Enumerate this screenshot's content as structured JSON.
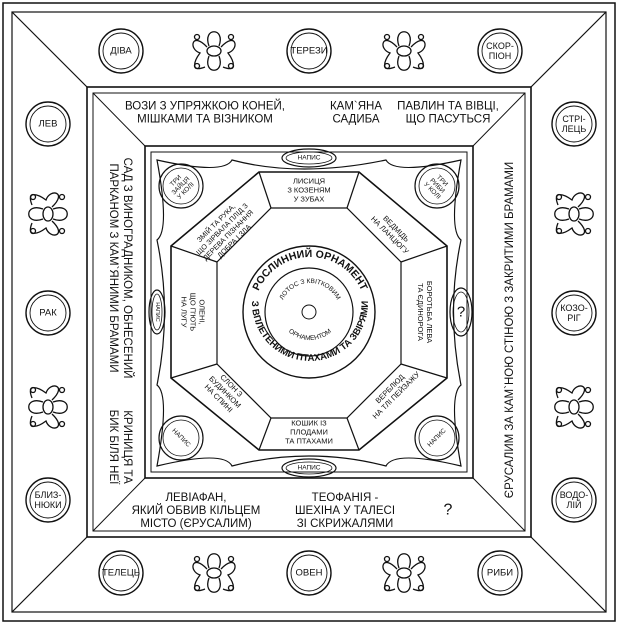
{
  "zodiac": {
    "virgo": [
      "ДІВА"
    ],
    "libra": [
      "ТЕРЕЗИ"
    ],
    "scorpio": [
      "СКОР-",
      "ПІОН"
    ],
    "leo": [
      "ЛЕВ"
    ],
    "sagittarius": [
      "СТРІ-",
      "ЛЕЦЬ"
    ],
    "cancer": [
      "РАК"
    ],
    "capricorn": [
      "КОЗО-",
      "РІГ"
    ],
    "gemini": [
      "БЛИЗ-",
      "НЮКИ"
    ],
    "aquarius": [
      "ВОДО-",
      "ЛІЙ"
    ],
    "taurus": [
      "ТЕЛЕЦЬ"
    ],
    "aries": [
      "ОВЕН"
    ],
    "pisces": [
      "РИБИ"
    ]
  },
  "frame": {
    "top_left": [
      "ВОЗИ З УПРЯЖКОЮ КОНЕЙ,",
      "МІШКАМИ ТА ВІЗНИКОМ"
    ],
    "top_mid": [
      "КАМ`ЯНА",
      "САДИБА"
    ],
    "top_right": [
      "ПАВЛИН ТА ВІВЦІ,",
      "ЩО ПАСУТЬСЯ"
    ],
    "left_upper": [
      "САД З ВИНОГРАДНИКОМ, ОБНЕСЕНИЙ",
      "ПАРКАНОМ З КАМ`ЯНИМИ БРАМАМИ"
    ],
    "left_lower": [
      "КРИНИЦЯ ТА",
      "БИК БІЛЯ НЕЇ"
    ],
    "right": [
      "ЄРУСАЛИМ ЗА КАМ`НОЮ СТІНОЮ З ЗАКРИТИМИ БРАМАМИ"
    ],
    "bottom_left": [
      "ЛЕВІАФАН,",
      "ЯКИЙ ОБВИВ КІЛЬЦЕМ",
      "МІСТО (ЄРУСАЛИМ)"
    ],
    "bottom_mid": [
      "ТЕОФАНІЯ -",
      "ШЕХІНА У ТАЛЕСІ",
      "ЗІ СКРИЖАЛЯМИ"
    ],
    "bottom_right": [
      "?"
    ]
  },
  "inner": {
    "cartouche_top": [
      "НАПИС"
    ],
    "cartouche_bottom": [
      "НАПИС"
    ],
    "cartouche_left": [
      "НАПИС"
    ],
    "corner_tl": [
      "ТРИ",
      "ЗАЙЦЯ",
      "У КОЛІ"
    ],
    "corner_tr": [
      "ТРИ",
      "РИБИ",
      "У КОЛІ"
    ],
    "corner_bl": [
      "НАПИС"
    ],
    "corner_br": [
      "НАПИС"
    ],
    "right_question": [
      "?"
    ],
    "seg_top": [
      "ЛИСИЦЯ",
      "З КОЗЕНЯМ",
      "У ЗУБАХ"
    ],
    "seg_top_right": [
      "ВЕДМІДЬ",
      "НА ЛАНЦЮГУ"
    ],
    "seg_right": [
      "БОРОТЬБА ЛЕВА",
      "ТА ЄДИНОРОГА"
    ],
    "seg_bottom_right": [
      "ВЕРБЛЮД",
      "НА ТЛІ ПЕЙЗАЖУ"
    ],
    "seg_bottom": [
      "КОШИК ІЗ",
      "ПЛОДАМИ",
      "ТА ПТАХАМИ"
    ],
    "seg_bottom_left": [
      "СЛОН З",
      "БУДИНКОМ",
      "НА СПИНІ"
    ],
    "seg_left": [
      "ОЛЕНІ,",
      "ЩО П'ЮТЬ",
      "НА ЛУГУ"
    ],
    "seg_top_left": [
      "ЗМІЙ ТА РУКА,",
      "ЩО ЗІРВАЛА ПЛІД З",
      "ДЕРЕВА ПІЗНАННЯ",
      "ДОБРА І ЗЛА"
    ],
    "ring_upper": "РОСЛИННИЙ ОРНАМЕНТ",
    "ring_lower": "З ВПЛЕТЕНИМИ ПТАХАМИ ТА ЗВІРЯМИ",
    "center_upper": "ЛОТОС З КВІТКОВИМ",
    "center_lower": "ОРНАМЕНТОМ"
  }
}
